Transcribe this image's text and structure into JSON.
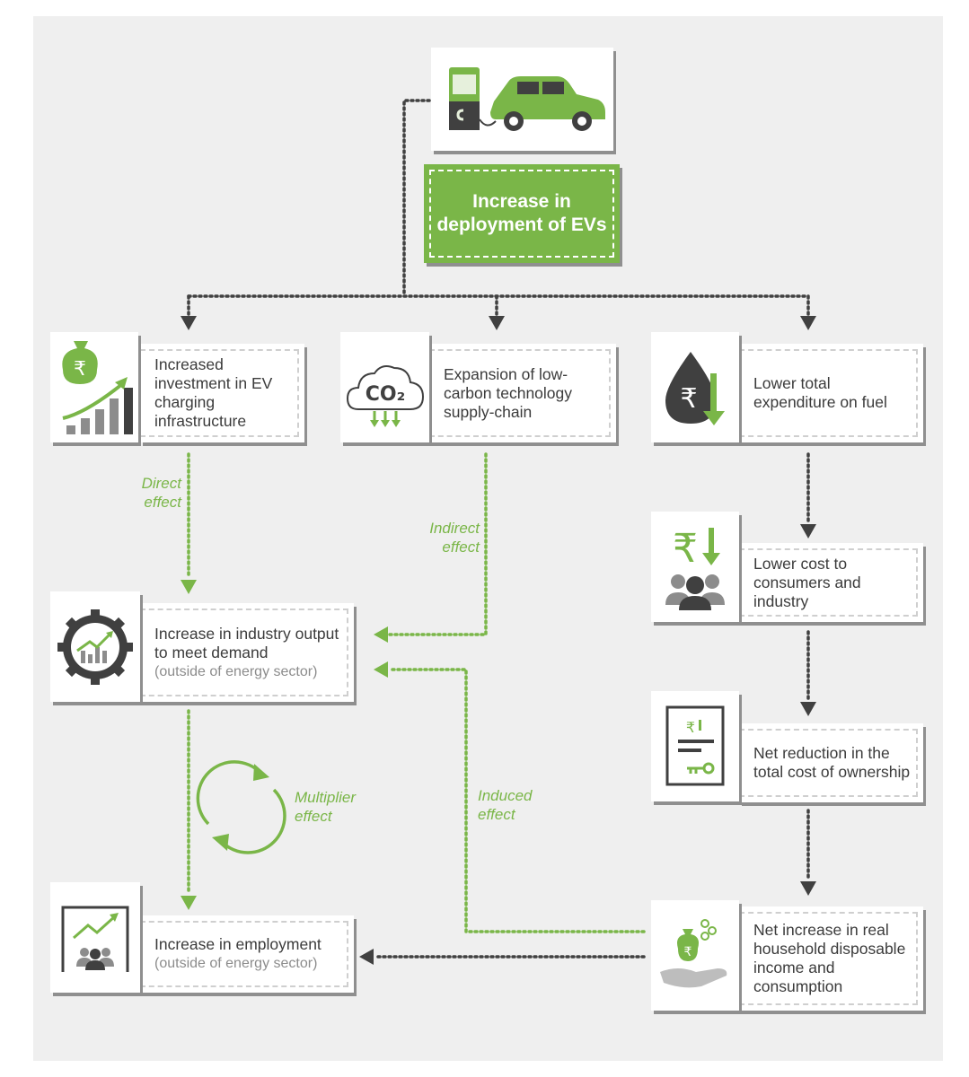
{
  "title": "Increase in deployment of EVs",
  "boxes": {
    "investment": "Increased investment in EV charging infrastructure",
    "supply_chain": "Expansion of low-carbon technology supply-chain",
    "fuel": "Lower total expenditure on fuel",
    "consumer_cost": "Lower cost to consumers and industry",
    "ownership": "Net reduction in the total cost of ownership",
    "industry": "Increase in industry output to meet demand",
    "industry_sub": "(outside of energy sector)",
    "employment": "Increase in employment",
    "employment_sub": "(outside of energy sector)",
    "income": "Net increase in real household disposable income and consumption"
  },
  "edge_labels": {
    "direct": "Direct effect",
    "indirect": "Indirect effect",
    "multiplier": "Multiplier effect",
    "induced": "Induced effect"
  },
  "icon_text": {
    "co2": "CO₂",
    "rupee": "₹"
  },
  "colors": {
    "green": "#7ab648",
    "dark": "#404040",
    "gray": "#8c8c8c"
  }
}
